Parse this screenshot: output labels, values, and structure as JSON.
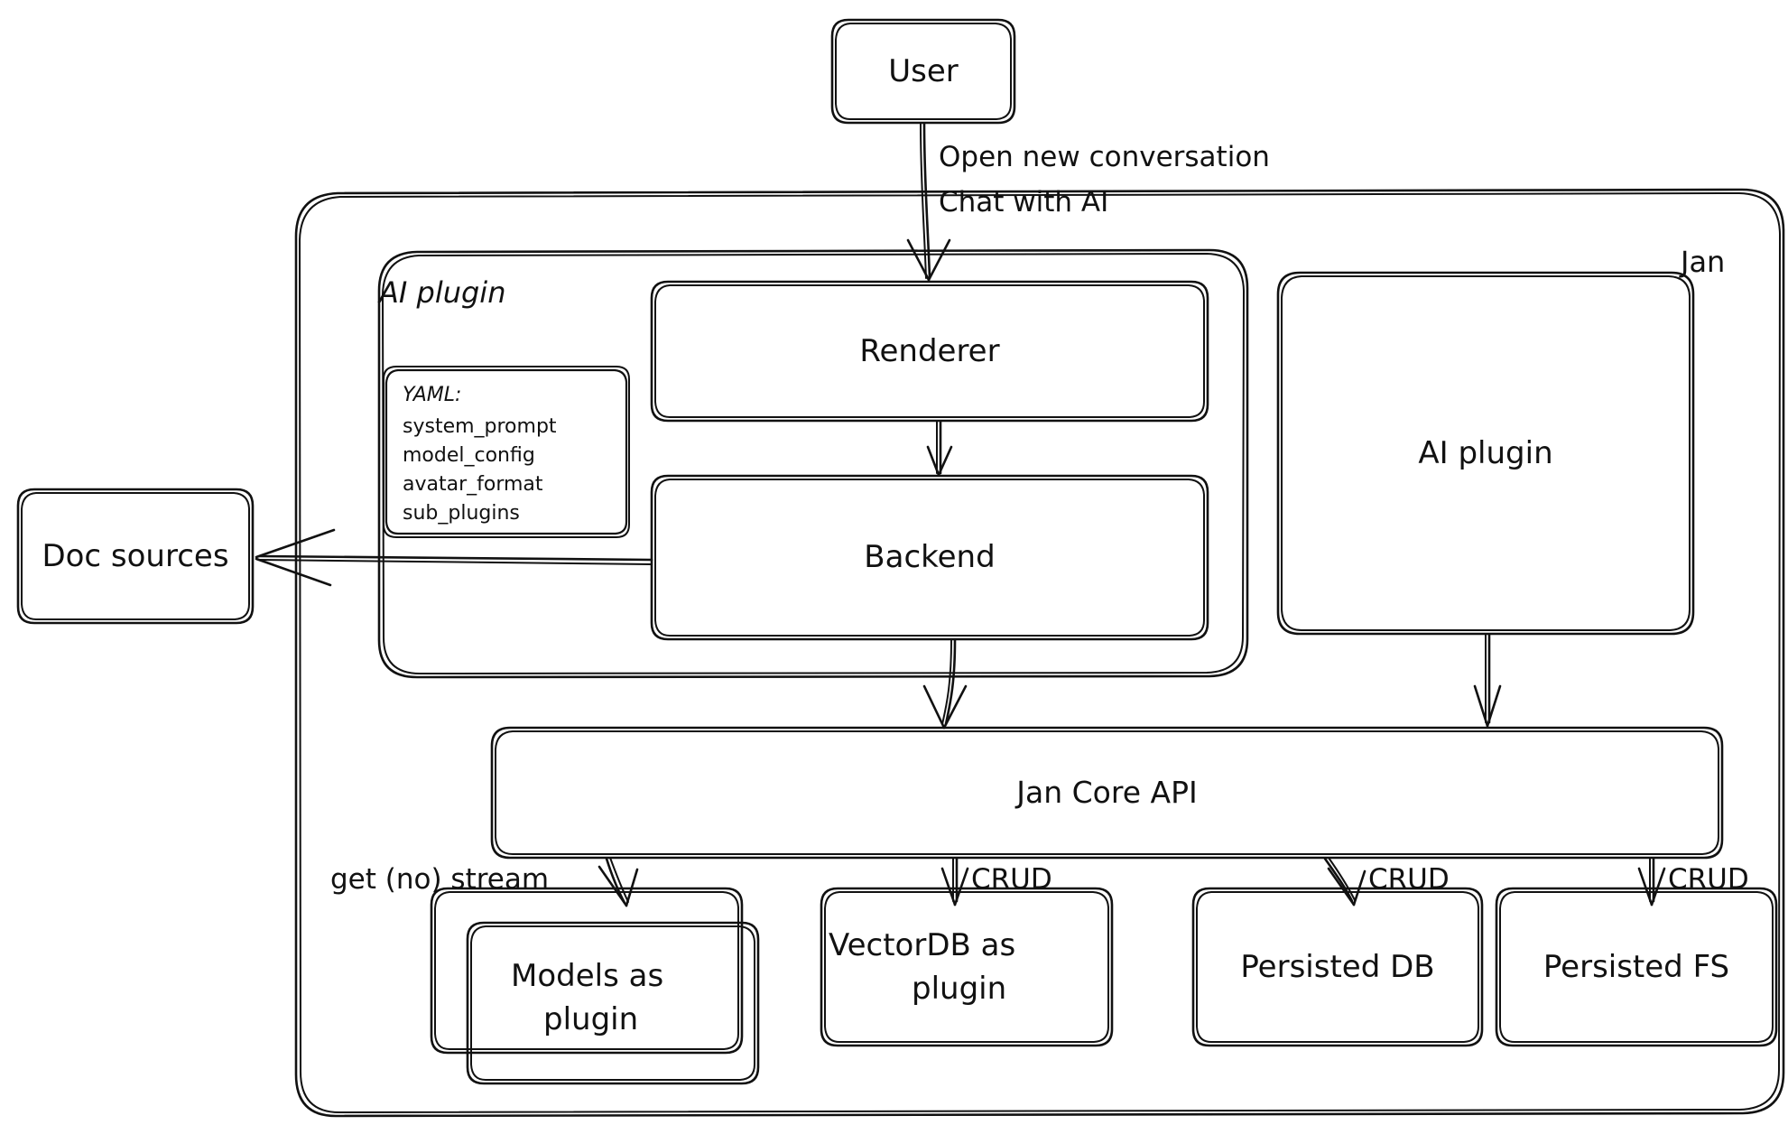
{
  "diagram": {
    "type": "architecture-flowchart",
    "style": "hand-drawn sketch",
    "background": "#ffffff",
    "stroke_color": "#111111",
    "title_text": "Jan"
  },
  "containers": {
    "jan": {
      "label": "Jan",
      "label_position": "top-right"
    },
    "ai_plugin_group": {
      "label": "AI plugin",
      "label_position": "top-left"
    }
  },
  "nodes": {
    "user": {
      "label": "User"
    },
    "renderer": {
      "label": "Renderer"
    },
    "backend": {
      "label": "Backend"
    },
    "yaml": {
      "title": "YAML:",
      "lines": [
        "system_prompt",
        "model_config",
        "avatar_format",
        "sub_plugins"
      ]
    },
    "ai_plugin_box": {
      "label": "AI plugin"
    },
    "doc_sources": {
      "label": "Doc sources"
    },
    "jan_core_api": {
      "label": "Jan Core API"
    },
    "models_plugin": {
      "label_line1": "Models as",
      "label_line2": "plugin"
    },
    "vectordb_plugin": {
      "label_line1": "VectorDB as",
      "label_line2": "plugin"
    },
    "persisted_db": {
      "label": "Persisted DB"
    },
    "persisted_fs": {
      "label": "Persisted FS"
    }
  },
  "edges": {
    "user_to_renderer": {
      "label_line1": "Open new conversation",
      "label_line2": "Chat with AI"
    },
    "renderer_to_backend": {
      "label": ""
    },
    "backend_to_doc_sources": {
      "label": ""
    },
    "backend_to_core": {
      "label": ""
    },
    "ai_plugin_to_core": {
      "label": ""
    },
    "core_to_models": {
      "label": "get (no) stream"
    },
    "core_to_vectordb": {
      "label": "CRUD"
    },
    "core_to_persisted_db": {
      "label": "CRUD"
    },
    "core_to_persisted_fs": {
      "label": "CRUD"
    }
  }
}
